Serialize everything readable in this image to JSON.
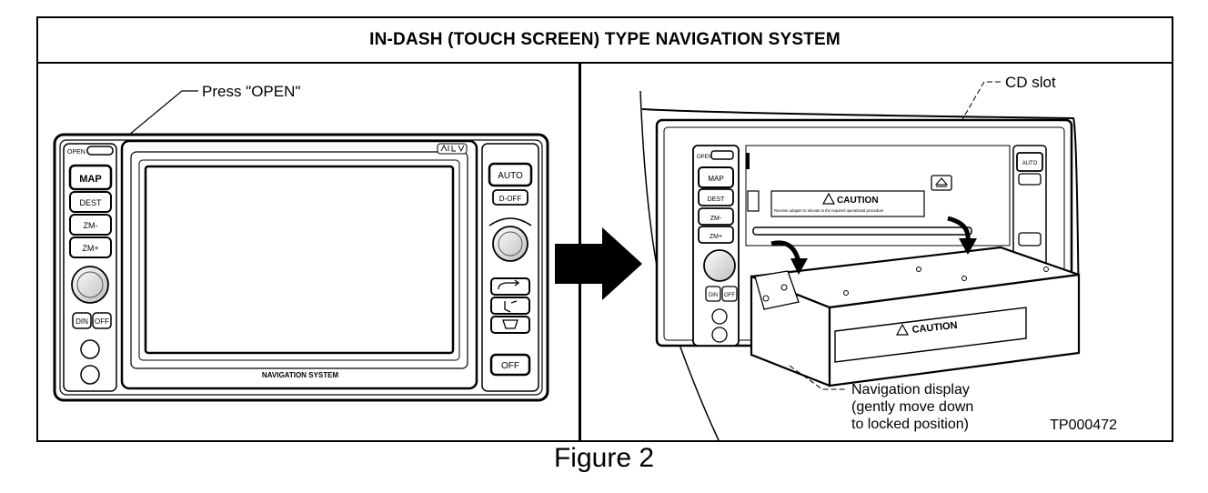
{
  "title": "IN-DASH (TOUCH SCREEN) TYPE NAVIGATION SYSTEM",
  "caption": "Figure 2",
  "left_panel": {
    "callout": "Press \"OPEN\"",
    "unit": {
      "open_label": "OPEN",
      "left_buttons": [
        "MAP",
        "DEST",
        "ZM-",
        "ZM+"
      ],
      "din_label": "DIN",
      "off_small_label": "OFF",
      "right_auto": "AUTO",
      "right_small": "D-OFF",
      "right_off": "OFF",
      "screen_caption": "NAVIGATION SYSTEM"
    }
  },
  "right_panel": {
    "cd_slot_label": "CD slot",
    "caution_top": "CAUTION",
    "caution_small_text": "Reverse adapter to elevate to the required operational procedure",
    "caution_front": "CAUTION",
    "nav_display_lines": [
      "Navigation display",
      "(gently move down",
      "to locked position)"
    ],
    "reference_code": "TP000472",
    "unit_buttons": [
      "MAP",
      "DEST",
      "ZM-",
      "ZM+"
    ],
    "right_auto": "AUTO",
    "din_label": "DIN",
    "off_label": "OFF",
    "open_label": "OPEN"
  }
}
